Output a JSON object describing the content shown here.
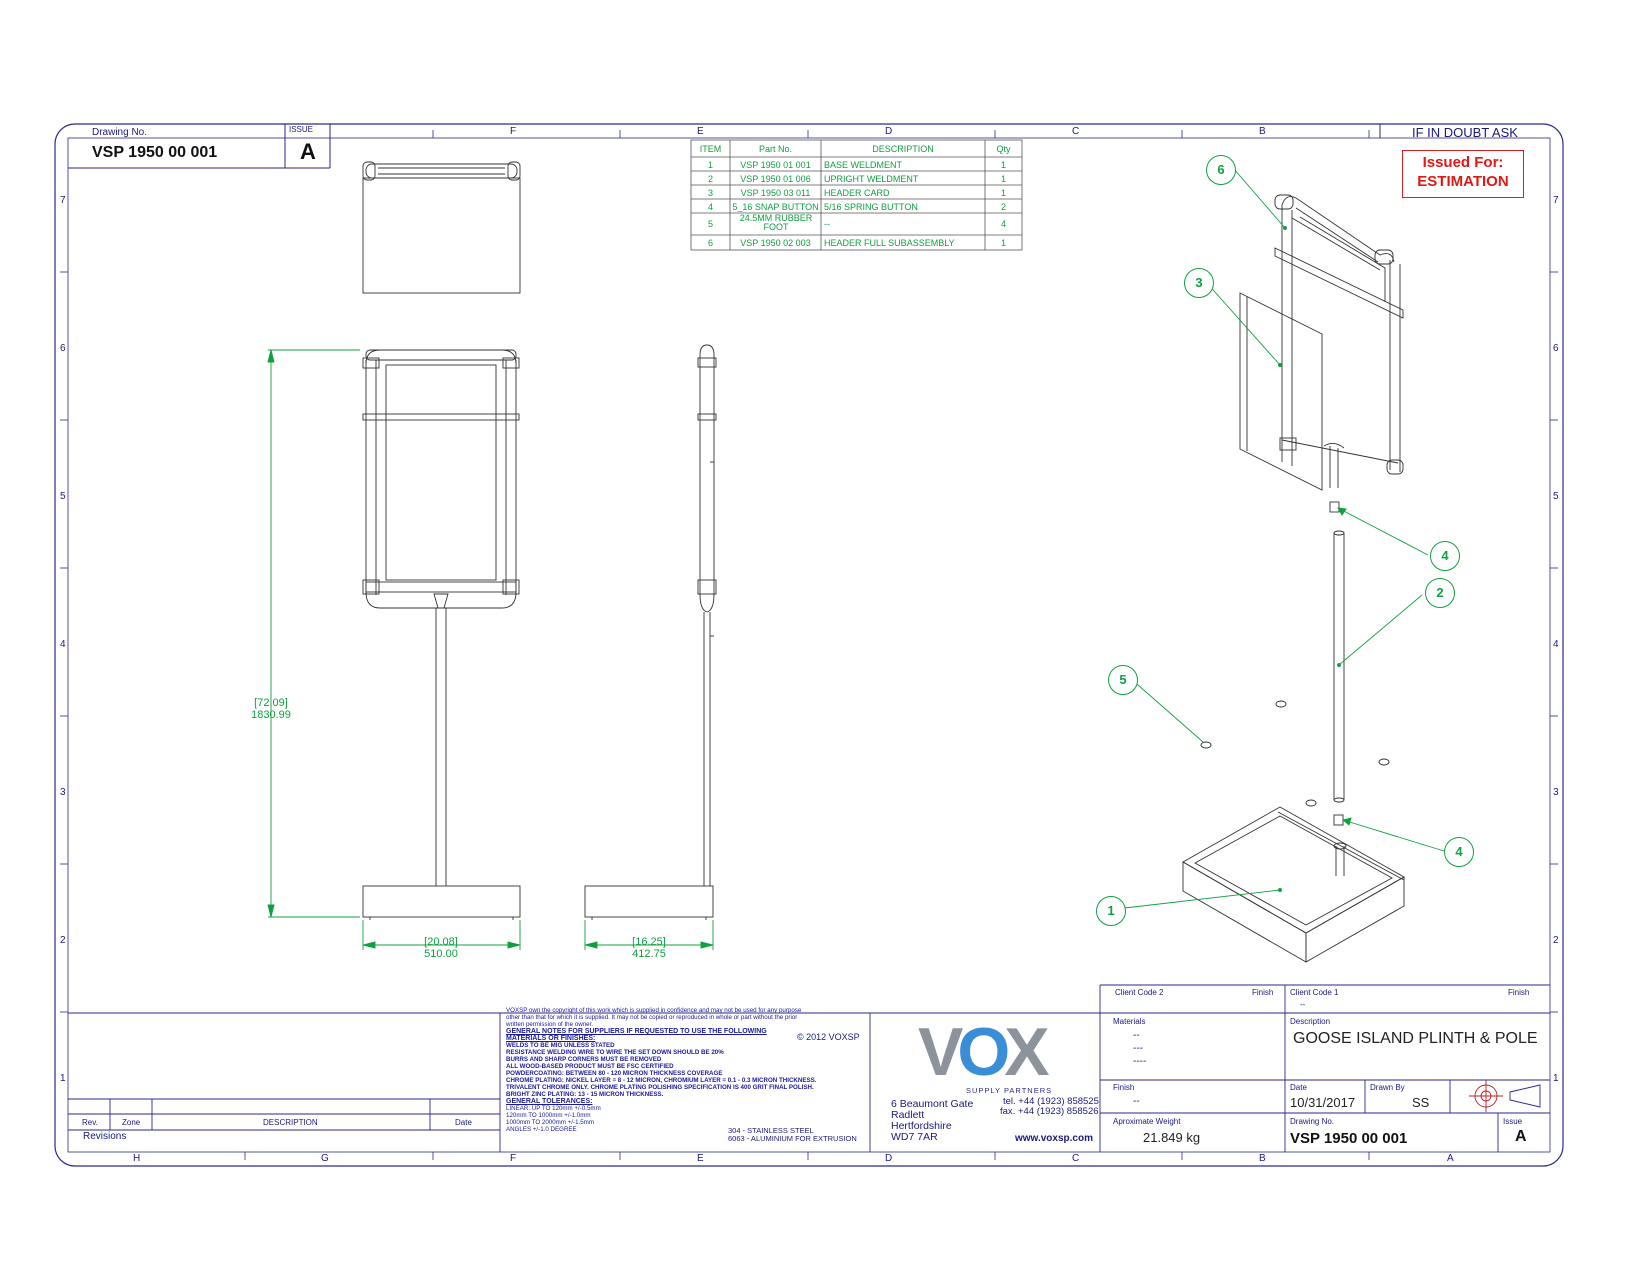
{
  "header": {
    "drawing_no_label": "Drawing No.",
    "drawing_no": "VSP 1950 00 001",
    "issue_label": "ISSUE",
    "issue": "A",
    "if_in_doubt": "IF IN DOUBT ASK",
    "issued_for_line1": "Issued For:",
    "issued_for_line2": "ESTIMATION"
  },
  "zones": {
    "top_letters": [
      "F",
      "E",
      "D",
      "C",
      "B"
    ],
    "bottom_letters": [
      "H",
      "G",
      "F",
      "E",
      "D",
      "C",
      "B",
      "A"
    ],
    "left_numbers": [
      "7",
      "6",
      "5",
      "4",
      "3",
      "2",
      "1"
    ],
    "right_numbers": [
      "7",
      "6",
      "5",
      "4",
      "3",
      "2",
      "1"
    ]
  },
  "bom": {
    "headers": [
      "ITEM",
      "Part No.",
      "DESCRIPTION",
      "Qty"
    ],
    "rows": [
      {
        "item": "1",
        "part_no": "VSP 1950 01 001",
        "description": "BASE WELDMENT",
        "qty": "1"
      },
      {
        "item": "2",
        "part_no": "VSP 1950 01 006",
        "description": "UPRIGHT WELDMENT",
        "qty": "1"
      },
      {
        "item": "3",
        "part_no": "VSP 1950 03 011",
        "description": "HEADER CARD",
        "qty": "1"
      },
      {
        "item": "4",
        "part_no": "5_16 SNAP BUTTON",
        "description": "5/16 SPRING BUTTON",
        "qty": "2"
      },
      {
        "item": "5",
        "part_no": "24.5MM RUBBER FOOT",
        "description": "--",
        "qty": "4"
      },
      {
        "item": "6",
        "part_no": "VSP 1950 02 003",
        "description": "HEADER FULL SUBASSEMBLY",
        "qty": "1"
      }
    ]
  },
  "dimensions": {
    "height_in": "[72.09]",
    "height_mm": "1830.99",
    "width_front_in": "[20.08]",
    "width_front_mm": "510.00",
    "width_side_in": "[16.25]",
    "width_side_mm": "412.75"
  },
  "balloons": [
    "1",
    "2",
    "3",
    "4",
    "4",
    "5",
    "6"
  ],
  "revisions": {
    "rev": "Rev.",
    "zone": "Zone",
    "description": "DESCRIPTION",
    "date": "Date",
    "title": "Revisions"
  },
  "notes": {
    "copyright": [
      "VOXSP own the copyright of this work which is supplied in confidence and may not be used for any purpose",
      "other than that for which it is supplied. It may not be copied or reproduced in whole or part without the prior",
      "written permission of the owner."
    ],
    "copyright_mark": "© 2012 VOXSP",
    "heading1": "GENERAL NOTES FOR SUPPLIERS IF REQUESTED TO USE THE FOLLOWING",
    "heading2": "MATERIALS OR FINISHES:",
    "lines": [
      "WELDS TO BE MIG UNLESS STATED",
      "RESISTANCE WELDING WIRE TO WIRE THE SET DOWN SHOULD BE 20%",
      "BURRS AND SHARP CORNERS MUST BE REMOVED",
      "ALL WOOD-BASED PRODUCT MUST BE FSC CERTIFIED",
      "POWDERCOATING: BETWEEN 80 - 120 MICRON THICKNESS COVERAGE",
      "CHROME PLATING: NICKEL LAYER = 8 - 12 MICRON, CHROMIUM LAYER = 0.1 - 0.3 MICRON THICKNESS.",
      "TRIVALENT CHROME ONLY. CHROME PLATING POLISHING SPECIFICATION IS 400 GRIT FINAL POLISH.",
      "BRIGHT ZINC PLATING: 13 - 15 MICRON THICKNESS."
    ],
    "tol_heading": "GENERAL TOLERANCES:",
    "tol_lines": [
      "LINEAR: UP TO 120mm +/-0.5mm",
      "120mm TO 1000mm +/-1.0mm",
      "1000mm TO 2000mm +/-1.5mm",
      "ANGLES +/-1.0 DEGREE"
    ],
    "materials_spec": [
      "304 - STAINLESS STEEL",
      "6063 - ALUMINIUM FOR EXTRUSION"
    ]
  },
  "company": {
    "logo": "VOX",
    "tagline": "SUPPLY PARTNERS",
    "address": [
      "6 Beaumont Gate",
      "Radlett",
      "Hertfordshire",
      "WD7 7AR"
    ],
    "tel": "tel. +44 (1923) 858525",
    "fax": "fax. +44 (1923) 858526",
    "web": "www.voxsp.com"
  },
  "title_block": {
    "client_code2_label": "Client Code 2",
    "finish_label_a": "Finish",
    "client_code1_label": "Client Code 1",
    "finish_label_b": "Finish",
    "client_code1_value": "--",
    "materials_label": "Materials",
    "materials_values": [
      "--",
      "---",
      "----"
    ],
    "description_label": "Description",
    "description": "GOOSE ISLAND PLINTH & POLE",
    "finish_label": "Finish",
    "finish_value": "--",
    "date_label": "Date",
    "date": "10/31/2017",
    "drawn_by_label": "Drawn By",
    "drawn_by": "SS",
    "weight_label": "Aproximate Weight",
    "weight": "21.849 kg",
    "drawing_no_label": "Drawing No.",
    "drawing_no": "VSP 1950 00 001",
    "issue_label": "Issue",
    "issue": "A"
  },
  "colors": {
    "border": "#2a2a8a",
    "dimension": "#10a040",
    "issued": "#e01818",
    "logo_grey": "#8c939b",
    "logo_blue": "#3a8ed6"
  }
}
